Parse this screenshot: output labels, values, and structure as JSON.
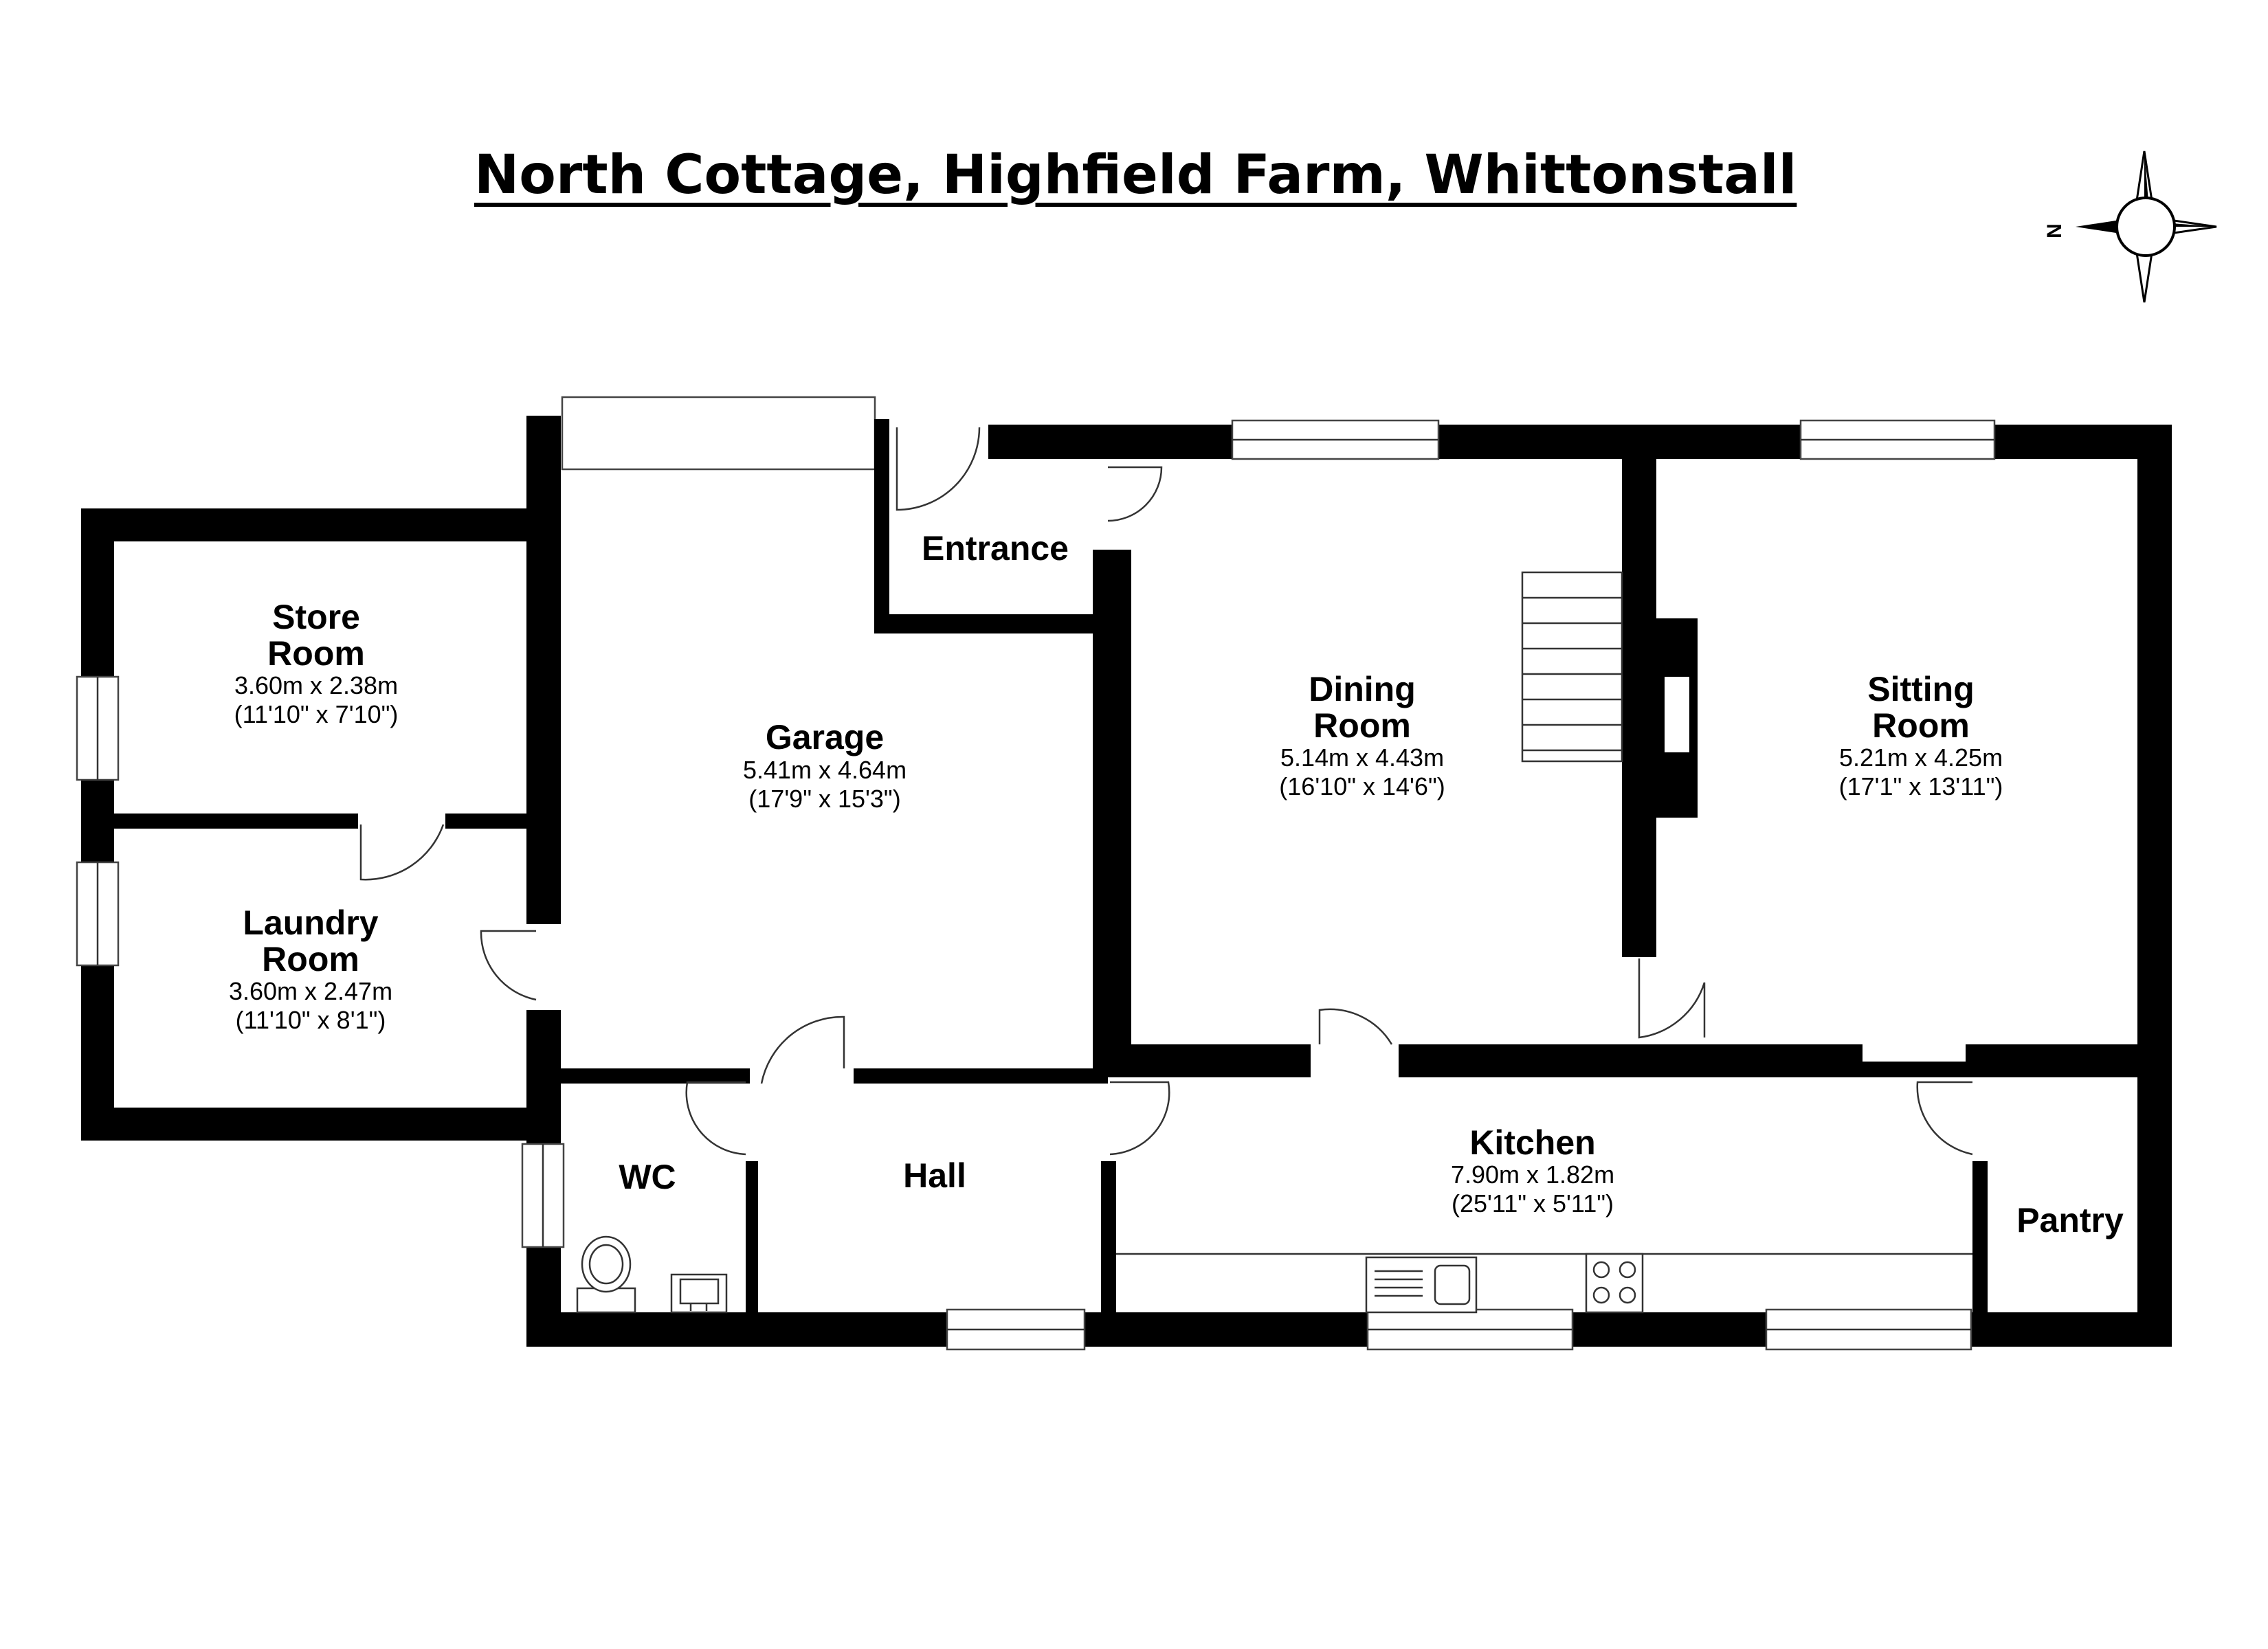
{
  "title": "North Cottage, Highfield Farm, Whittonstall",
  "compass": {
    "label": "N",
    "icon": "compass-rose-icon"
  },
  "rooms": {
    "store": {
      "name_line1": "Store",
      "name_line2": "Room",
      "metric": "3.60m x 2.38m",
      "imperial": "(11'10\" x 7'10\")"
    },
    "laundry": {
      "name_line1": "Laundry",
      "name_line2": "Room",
      "metric": "3.60m x 2.47m",
      "imperial": "(11'10\" x 8'1\")"
    },
    "garage": {
      "name": "Garage",
      "metric": "5.41m x 4.64m",
      "imperial": "(17'9\" x 15'3\")"
    },
    "entrance": {
      "name": "Entrance"
    },
    "dining": {
      "name_line1": "Dining",
      "name_line2": "Room",
      "metric": "5.14m x 4.43m",
      "imperial": "(16'10\" x 14'6\")"
    },
    "sitting": {
      "name_line1": "Sitting",
      "name_line2": "Room",
      "metric": "5.21m x 4.25m",
      "imperial": "(17'1\" x 13'11\")"
    },
    "wc": {
      "name": "WC"
    },
    "hall": {
      "name": "Hall"
    },
    "kitchen": {
      "name": "Kitchen",
      "metric": "7.90m x 1.82m",
      "imperial": "(25'11\" x 5'11\")"
    },
    "pantry": {
      "name": "Pantry"
    }
  }
}
